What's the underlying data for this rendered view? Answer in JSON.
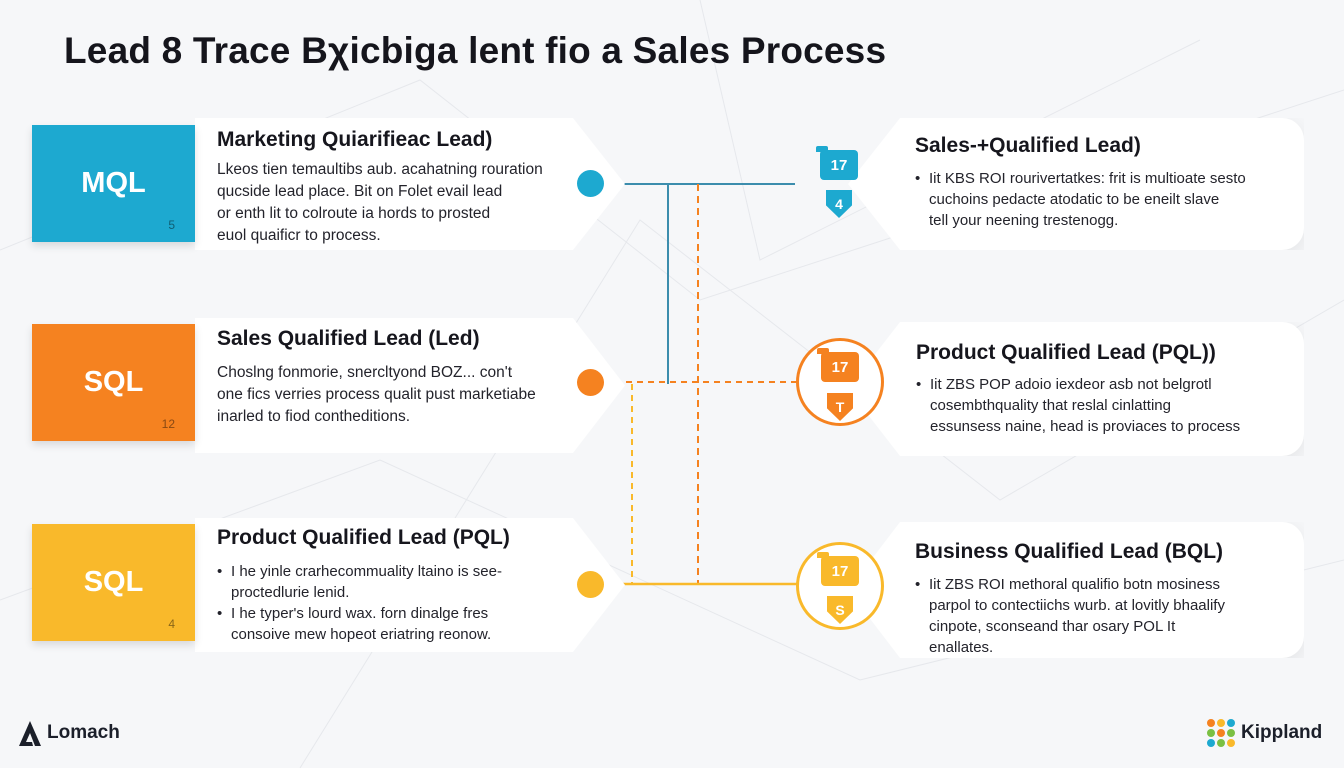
{
  "title": "Lead 8 Trace Bχicbiga lent fio a Sales Process",
  "colors": {
    "blue": "#1da9d0",
    "orange": "#f58220",
    "yellow": "#f9b92b",
    "line_blue": "#3c8dad"
  },
  "left_cards": [
    {
      "tile_label": "MQL",
      "tile_number": "5",
      "title": "Marketing Quiarifieac Lead)",
      "lines": [
        "Lkeos tien temaultibs aub. acahatning rouration",
        "qucside lead place. Bit on Folet evail lead",
        "or enth lit to colroute ia hords to prosted",
        "euol quaificr to process."
      ]
    },
    {
      "tile_label": "SQL",
      "tile_number": "12",
      "title": "Sales Qualified Lead (Led)",
      "lines": [
        "Choslng fonmorie, snercltyond BOZ... con't",
        "one fics verries process qualit pust marketiabe",
        "inarled to fiod contheditions."
      ]
    },
    {
      "tile_label": "SQL",
      "tile_number": "4",
      "title": "Product Qualified Lead (PQL)",
      "bullets": [
        [
          "I he yinle crarhecommuality ltaino is see-",
          "proctedlurie lenid."
        ],
        [
          "I he typer's lourd wax. forn dinalge fres",
          "consoive mew hopeot eriatring reonow."
        ]
      ]
    }
  ],
  "right_cards": [
    {
      "title": "Sales-+Qualified Lead)",
      "icon_text": "17",
      "badge": "4",
      "bullets": [
        [
          "Iit KBS ROI rourivertatkes: frit is multioate sesto",
          "cuchoins pedacte atodatic to be eneilt slave",
          "tell your neening trestenogg."
        ]
      ]
    },
    {
      "title": "Product Qualified Lead (PQL))",
      "icon_text": "17",
      "badge": "T",
      "bullets": [
        [
          "Iit ZBS POP adoio iexdeor asb not belgrotl",
          "cosembthquality that reslal cinlatting",
          "essunsess naine, head is proviaces to process"
        ]
      ]
    },
    {
      "title": "Business Qualified Lead (BQL)",
      "icon_text": "17",
      "badge": "S",
      "bullets": [
        [
          "Iit ZBS ROI methoral qualifio botn mosiness",
          "parpol to contectiichs wurb. at lovitly bhaalify",
          "cinpote, sconseand thar osary POL It",
          "enallates."
        ]
      ]
    }
  ],
  "footer": {
    "left_brand": "Lomach",
    "right_brand": "Kippland"
  }
}
